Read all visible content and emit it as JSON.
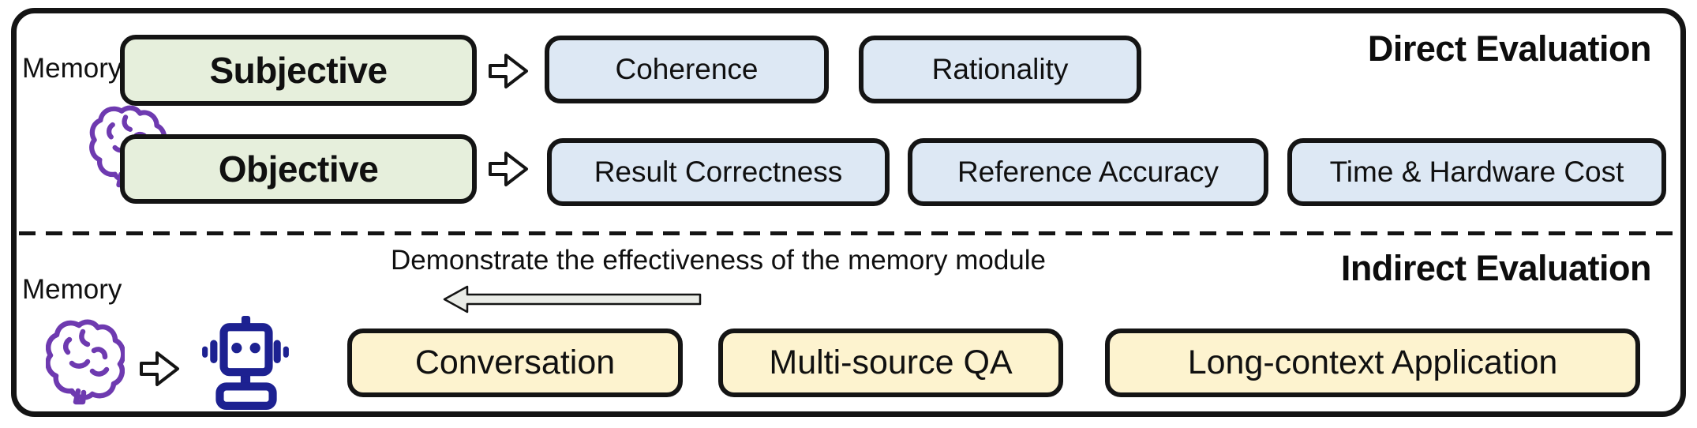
{
  "top_section": {
    "title": "Direct Evaluation",
    "memory_label": "Memory",
    "rows": [
      {
        "source": "Subjective",
        "targets": [
          "Coherence",
          "Rationality"
        ]
      },
      {
        "source": "Objective",
        "targets": [
          "Result Correctness",
          "Reference Accuracy",
          "Time & Hardware Cost"
        ]
      }
    ]
  },
  "bottom_section": {
    "title": "Indirect Evaluation",
    "memory_label": "Memory",
    "arrow_caption": "Demonstrate the effectiveness of the memory module",
    "applications": [
      "Conversation",
      "Multi-source QA",
      "Long-context Application"
    ]
  },
  "icons": {
    "brain": "brain-icon",
    "robot": "robot-icon",
    "flow_arrow": "right-arrow-icon",
    "back_arrow": "left-arrow-icon"
  },
  "colors": {
    "frame_border": "#141414",
    "source_box_fill": "#e6efdc",
    "metric_box_fill": "#dde8f4",
    "application_box_fill": "#fdf3cf",
    "brain_purple": "#6e3ab0",
    "robot_blue": "#1d2191",
    "back_arrow_fill": "#eaece7",
    "text": "#101010"
  }
}
